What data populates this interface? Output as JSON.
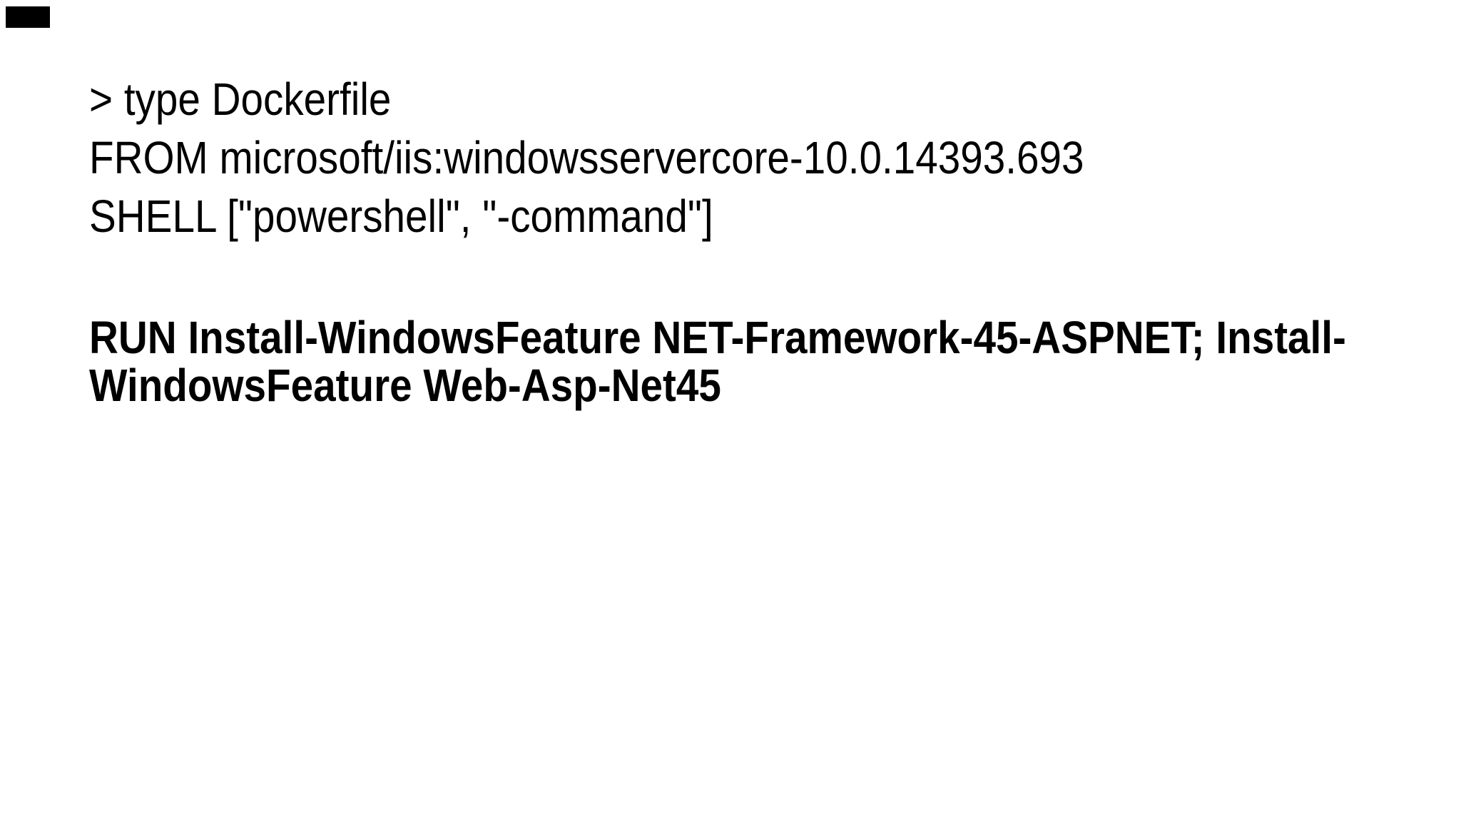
{
  "page": {
    "background_color": "#ffffff",
    "text_color": "#000000"
  },
  "decorations": {
    "corner_mark_color": "#000000"
  },
  "console": {
    "command_line": "> type Dockerfile",
    "dockerfile_lines": [
      "FROM microsoft/iis:windowsservercore-10.0.14393.693",
      "SHELL [\"powershell\", \"-command\"]"
    ],
    "highlighted_instruction_lines": [
      "RUN Install-WindowsFeature NET-Framework-45-ASPNET; Install-",
      "WindowsFeature Web-Asp-Net45"
    ]
  }
}
